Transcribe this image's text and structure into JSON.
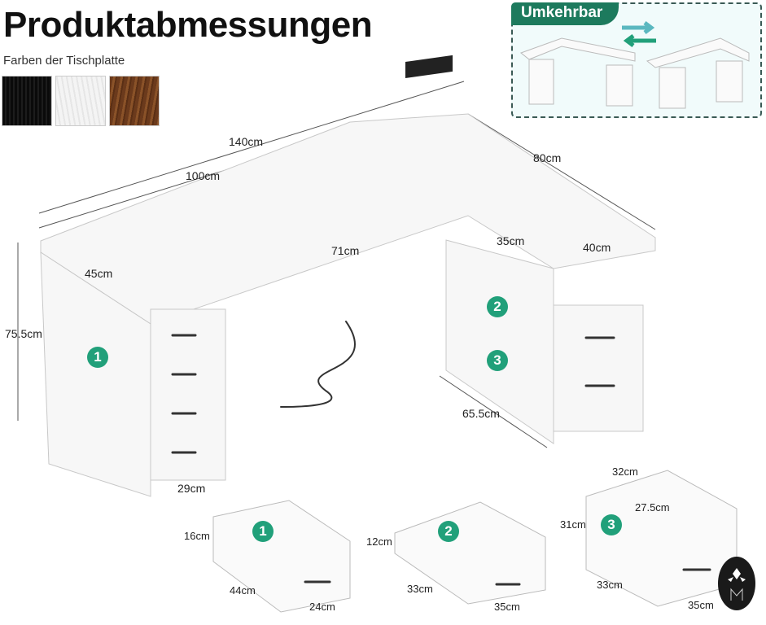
{
  "title": "Produktabmessungen",
  "subtitle": "Farben der Tischplatte",
  "colors": {
    "accent": "#1d7a5d",
    "badge": "#21a07a",
    "swatches": [
      "#111111",
      "#f0f0f0",
      "#7a4521"
    ]
  },
  "reversible": {
    "label": "Umkehrbar",
    "icon": "swap-arrows-icon"
  },
  "dimensions": {
    "total_width": "140cm",
    "main_width": "100cm",
    "side_length": "80cm",
    "depth": "45cm",
    "height": "75.5cm",
    "inner_width": "71cm",
    "side_inner": "35cm",
    "side_depth": "40cm",
    "cabinet_height": "65.5cm",
    "drawer_unit_width": "29cm"
  },
  "drawers": [
    {
      "number": "1",
      "height": "16cm",
      "depth": "44cm",
      "width": "24cm"
    },
    {
      "number": "2",
      "height": "12cm",
      "depth": "33cm",
      "width": "35cm"
    },
    {
      "number": "3",
      "height": "31cm",
      "inner_width": "32cm",
      "inner_height": "27.5cm",
      "depth": "33cm",
      "width": "35cm"
    }
  ],
  "desk_badges": [
    "1",
    "2",
    "3"
  ]
}
